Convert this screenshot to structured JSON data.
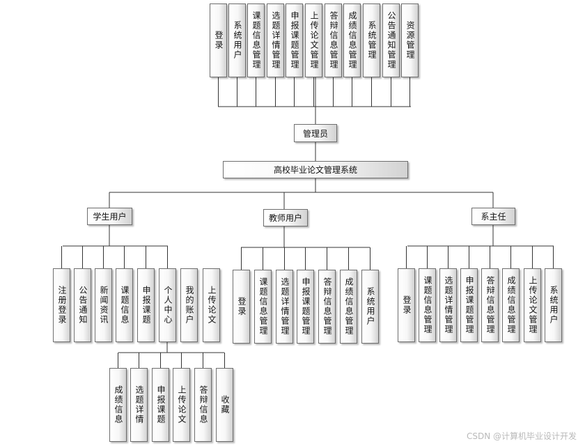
{
  "nodes": {
    "root": "高校毕业论文管理系统",
    "admin": "管理员",
    "admin_children": [
      "登录",
      "系统用户",
      "课题信息管理",
      "选题详情管理",
      "申报课题管理",
      "上传论文管理",
      "答辩信息管理",
      "成绩信息管理",
      "系统管理",
      "公告通知管理",
      "资源管理"
    ],
    "student": "学生用户",
    "student_children": [
      "注册登录",
      "公告通知",
      "新闻资讯",
      "课题信息",
      "申报课题",
      "个人中心",
      "我的账户",
      "上传论文"
    ],
    "personal_children": [
      "成绩信息",
      "选题详情",
      "申报课题",
      "上传论文",
      "答辩信息",
      "收藏"
    ],
    "teacher": "教师用户",
    "teacher_children": [
      "登录",
      "课题信息管理",
      "选题详情管理",
      "申报课题管理",
      "答辩信息管理",
      "成绩信息管理",
      "系统用户"
    ],
    "dean": "系主任",
    "dean_children": [
      "登录",
      "课题信息管理",
      "选题详情管理",
      "申报课题管理",
      "答辩信息管理",
      "成绩信息管理",
      "上传论文管理",
      "系统用户"
    ]
  },
  "watermark": "CSDN @计算机毕业设计开发"
}
